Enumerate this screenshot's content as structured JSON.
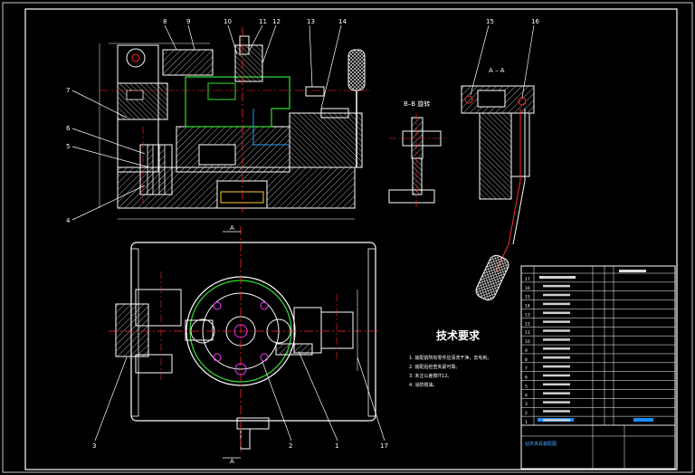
{
  "colors": {
    "background": "#000000",
    "outline": "#ffffff",
    "centerline": "#ff2a2a",
    "hatch": "#ffffff",
    "highlight_green": "#33dd33",
    "highlight_blue": "#3399ff",
    "title_blue": "#1a8cff",
    "magenta": "#ff33ff"
  },
  "drawing": {
    "section_label": "A – A",
    "view_label": "B–B 旋转",
    "tech_title": "技术要求",
    "tech_notes": [
      "1. 装配前所有零件应清洗干净，去毛刺。",
      "2. 装配后检查夹紧可靠。",
      "3. 未注公差按IT12。",
      "4. 涂防锈油。"
    ]
  },
  "balloons": {
    "top": [
      "8",
      "9",
      "10",
      "11",
      "12",
      "13",
      "14",
      "15",
      "16"
    ],
    "left": [
      "7",
      "6",
      "5",
      "4"
    ],
    "bottom": [
      "3",
      "2",
      "1",
      "17"
    ]
  },
  "title_block": {
    "rows": [
      "17",
      "16",
      "15",
      "14",
      "13",
      "12",
      "11",
      "10",
      "9",
      "8",
      "7",
      "6",
      "5",
      "4",
      "3",
      "2",
      "1"
    ],
    "bottom_title": "钻床夹具装配图"
  }
}
